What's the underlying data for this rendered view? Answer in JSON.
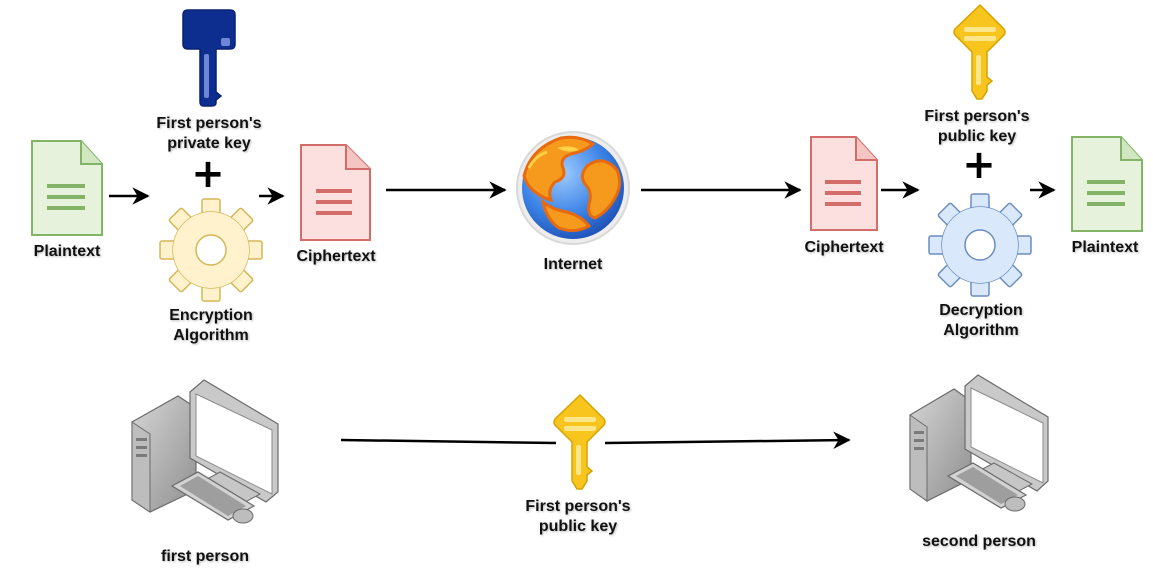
{
  "labels": {
    "plaintext_left": "Plaintext",
    "private_key_line1": "First person's",
    "private_key_line2": "private key",
    "plus": "+",
    "encryption_line1": "Encryption",
    "encryption_line2": "Algorithm",
    "ciphertext_left": "Ciphertext",
    "internet": "Internet",
    "ciphertext_right": "Ciphertext",
    "public_key_top_line1": "First person's",
    "public_key_top_line2": "public key",
    "decryption_line1": "Decryption",
    "decryption_line2": "Algorithm",
    "plaintext_right": "Plaintext",
    "public_key_bottom_line1": "First person's",
    "public_key_bottom_line2": "public key",
    "first_person": "first person",
    "second_person": "second person"
  },
  "icons": {
    "private_key": "blue-key-icon",
    "public_key": "yellow-key-icon",
    "plaintext": "green-document-icon",
    "ciphertext": "red-document-icon",
    "encryption": "yellow-gear-icon",
    "decryption": "blue-gear-icon",
    "internet": "globe-icon",
    "computer": "desktop-computer-icon"
  },
  "colors": {
    "private_key": "#0d2e8f",
    "public_key": "#f7c51d",
    "plaintext_fill": "#e6f2dc",
    "plaintext_stroke": "#82b366",
    "ciphertext_fill": "#fbe0df",
    "ciphertext_stroke": "#d36d6a",
    "encryption_gear": "#fff2cc",
    "decryption_gear": "#dae8fc",
    "arrow": "#000000"
  }
}
